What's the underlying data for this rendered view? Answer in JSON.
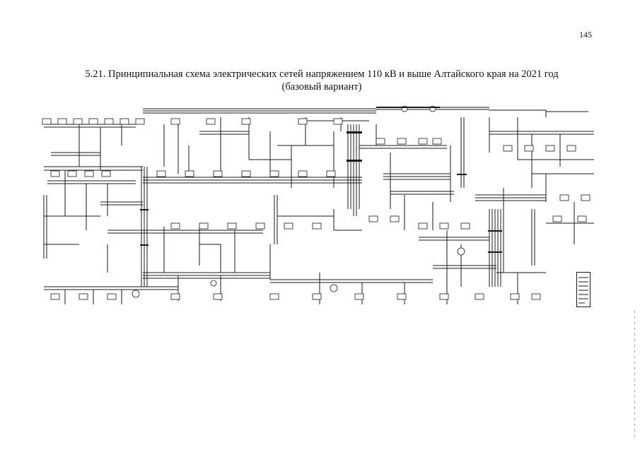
{
  "page": {
    "number": "145",
    "title_line1": "5.21. Принципиальная схема электрических сетей напряжением 110 кВ и выше Алтайского края на 2021 год",
    "title_line2": "(базовый вариант)"
  },
  "diagram": {
    "kind": "single-line power network schematic",
    "line_color": "#1a1a1a"
  }
}
